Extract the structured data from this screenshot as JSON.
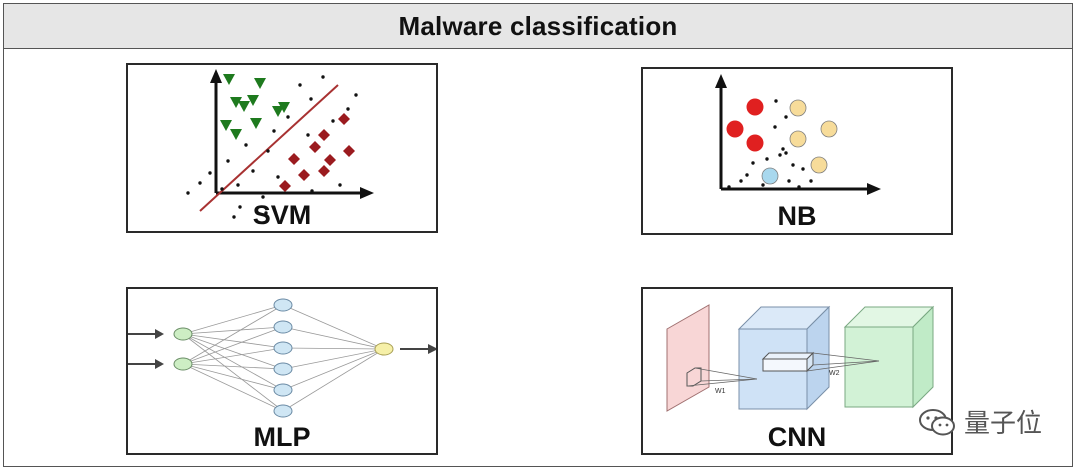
{
  "header": {
    "title": "Malware classification"
  },
  "panels": {
    "svm": {
      "label": "SVM"
    },
    "nb": {
      "label": "NB"
    },
    "mlp": {
      "label": "MLP"
    },
    "cnn": {
      "label": "CNN",
      "weight1": "W1",
      "weight2": "W2"
    }
  },
  "watermark": {
    "text": "量子位"
  },
  "colors": {
    "svm_class_a": "#1e7a1e",
    "svm_class_b": "#9b1b1f",
    "svm_boundary": "#a83232",
    "nb_red": "#e02020",
    "nb_yellow": "#f7dc9a",
    "nb_blue": "#a8d8ee",
    "mlp_input": "#cdeec4",
    "mlp_hidden": "#cfe6f4",
    "mlp_output": "#f6f0a8",
    "cnn_pink": "#f8d6d6",
    "cnn_blue": "#cfe2f6",
    "cnn_green": "#d2f2d6"
  }
}
